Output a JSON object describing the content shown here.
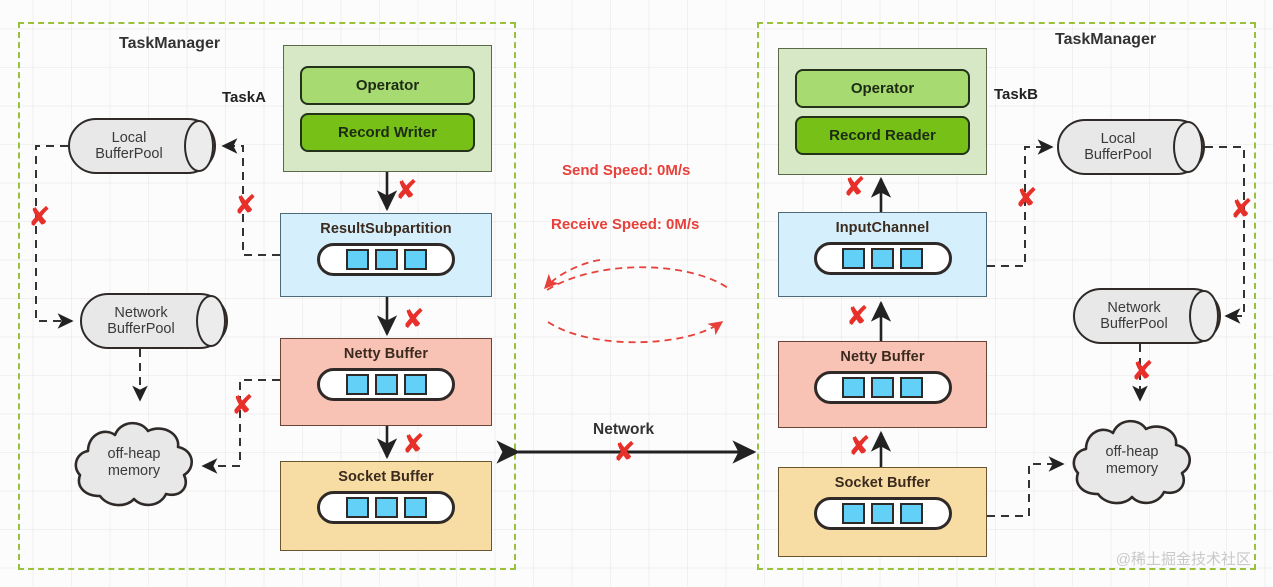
{
  "containers": [
    {
      "id": "tm-left",
      "title": "TaskManager",
      "task_label": "TaskA"
    },
    {
      "id": "tm-right",
      "title": "TaskManager",
      "task_label": "TaskB"
    }
  ],
  "left": {
    "task": {
      "operator": "Operator",
      "writer": "Record Writer"
    },
    "stages": [
      {
        "key": "result-subpartition",
        "label": "ResultSubpartition",
        "color": "blue",
        "cells": 3
      },
      {
        "key": "netty-buffer",
        "label": "Netty Buffer",
        "color": "red",
        "cells": 3
      },
      {
        "key": "socket-buffer",
        "label": "Socket Buffer",
        "color": "orange",
        "cells": 3
      }
    ],
    "pools": [
      {
        "key": "local-buffer-pool",
        "line1": "Local",
        "line2": "BufferPool"
      },
      {
        "key": "network-buffer-pool",
        "line1": "Network",
        "line2": "BufferPool"
      }
    ],
    "memory": {
      "line1": "off-heap",
      "line2": "memory"
    }
  },
  "right": {
    "task": {
      "operator": "Operator",
      "reader": "Record Reader"
    },
    "stages": [
      {
        "key": "input-channel",
        "label": "InputChannel",
        "color": "blue",
        "cells": 3
      },
      {
        "key": "netty-buffer",
        "label": "Netty Buffer",
        "color": "red",
        "cells": 3
      },
      {
        "key": "socket-buffer",
        "label": "Socket Buffer",
        "color": "orange",
        "cells": 3
      }
    ],
    "pools": [
      {
        "key": "local-buffer-pool",
        "line1": "Local",
        "line2": "BufferPool"
      },
      {
        "key": "network-buffer-pool",
        "line1": "Network",
        "line2": "BufferPool"
      }
    ],
    "memory": {
      "line1": "off-heap",
      "line2": "memory"
    }
  },
  "center": {
    "send_speed": "Send Speed: 0M/s",
    "receive_speed": "Receive Speed: 0M/s",
    "network_label": "Network"
  },
  "blocked_marker": "✘",
  "watermark": "@稀土掘金技术社区",
  "colors": {
    "container_border": "#9ac13c",
    "task_fill": "#d7e8c6",
    "operator_fill": "#a8da72",
    "record_fill": "#76c017",
    "blue_fill": "#d6effc",
    "red_fill": "#f8c3b4",
    "orange_fill": "#f7dca4",
    "cell_fill": "#63d0f7",
    "blocked": "#e8302b",
    "speed_text": "#e8403a"
  }
}
